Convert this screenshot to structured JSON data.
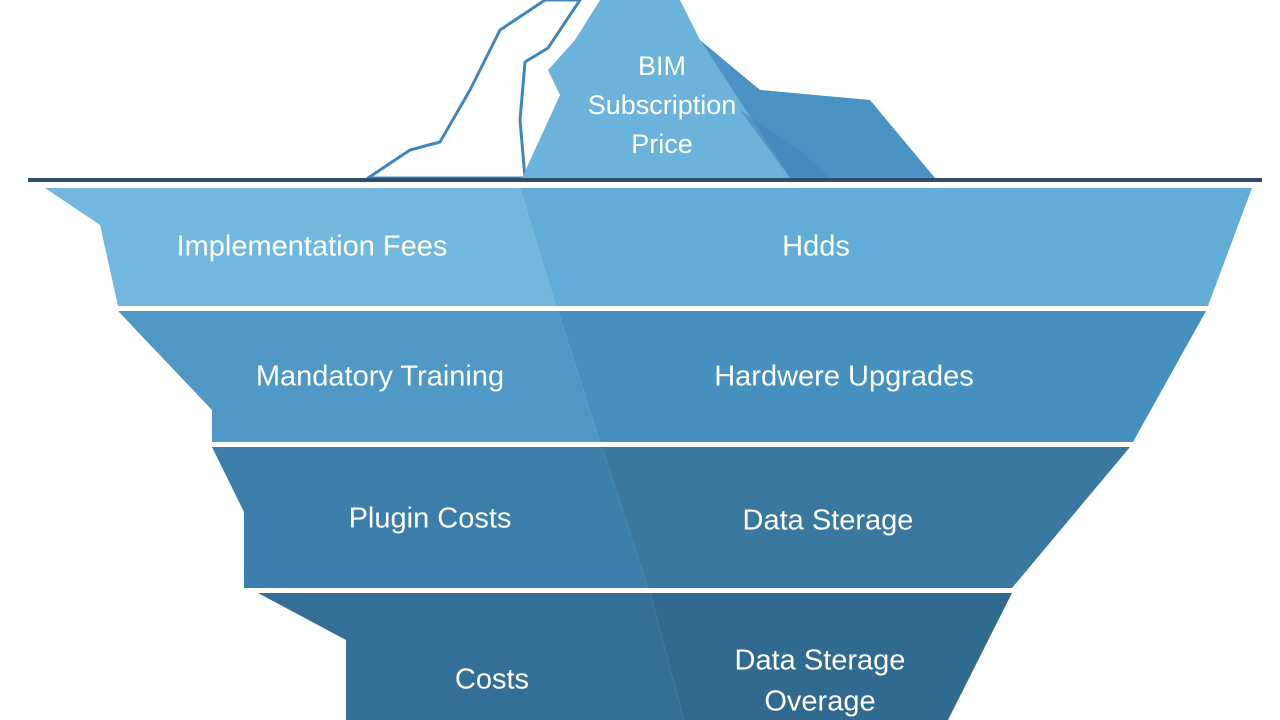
{
  "colors": {
    "background": "#ffffff",
    "tip_light": "#6bb3db",
    "tip_dark": "#4a93c4",
    "outline": "#3f86bd",
    "waterline": "#2e4f6b",
    "row1_left": "#72b8de",
    "row1_right": "#62add8",
    "row2_left": "#4f98c6",
    "row2_right": "#4690c0",
    "row3_left": "#3b7ea9",
    "row3_right": "#3a789f",
    "row4_left": "#336f96",
    "row4_right": "#306a8e",
    "divider": "#ffffff"
  },
  "tip": {
    "line1": "BIM",
    "line2": "Subscription",
    "line3": "Price"
  },
  "rows": [
    {
      "left": "Implementation Fees",
      "right": "Hdds"
    },
    {
      "left": "Mandatory Training",
      "right": "Hardwere Upgrades"
    },
    {
      "left": "Plugin Costs",
      "right": "Data Sterage"
    },
    {
      "left": "Costs",
      "right_line1": "Data Sterage",
      "right_line2": "Overage"
    }
  ]
}
